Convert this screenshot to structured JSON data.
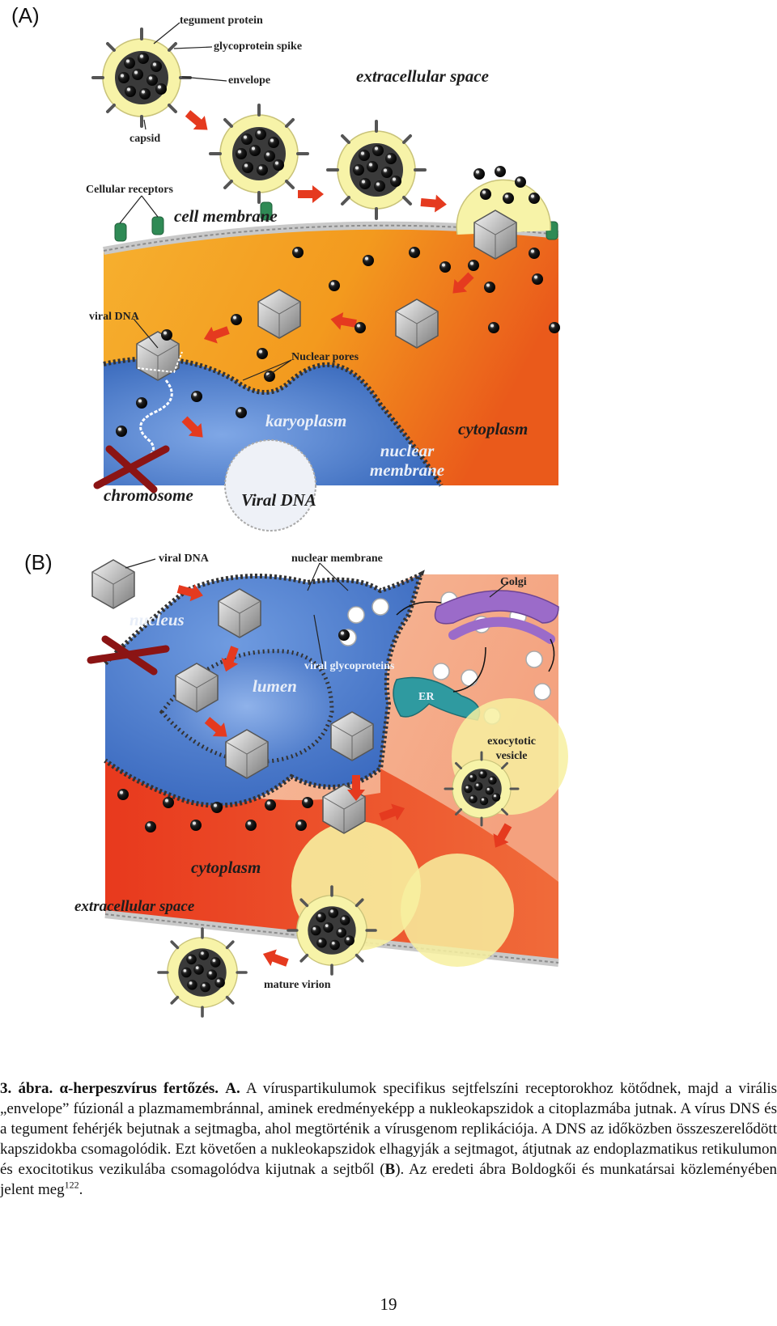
{
  "figure_a": {
    "panel_letter": "(A)",
    "labels": {
      "tegument_protein": "tegument protein",
      "glycoprotein_spike": "glycoprotein spike",
      "envelope": "envelope",
      "capsid": "capsid",
      "extracellular_space": "extracellular space",
      "cellular_receptors": "Cellular receptors",
      "cell_membrane": "cell membrane",
      "viral_dna": "viral DNA",
      "nuclear_pores": "Nuclear pores",
      "karyoplasm": "karyoplasm",
      "cytoplasm": "cytoplasm",
      "nuclear_membrane": "nuclear membrane",
      "chromosome": "chromosome",
      "viral_dna_circle": "Viral DNA"
    }
  },
  "figure_b": {
    "panel_letter": "(B)",
    "labels": {
      "viral_dna": "viral DNA",
      "nuclear_membrane": "nuclear membrane",
      "golgi": "Golgi",
      "nucleus": "nucleus",
      "viral_glycoproteins": "viral glycoproteins",
      "lumen": "lumen",
      "er": "ER",
      "exocytotic_vesicle": "exocytotic vesicle",
      "cytoplasm": "cytoplasm",
      "extracellular_space": "extracellular space",
      "mature_virion": "mature virion"
    }
  },
  "caption": {
    "figure_number": "3. ábra.",
    "title": "α-herpeszvírus fertőzés.",
    "panel_a_ref": "A.",
    "text_1": "A víruspartikulumok specifikus sejtfelszíni receptorokhoz kötődnek, majd a virális „envelope” fúzionál a plazmamembránnal, aminek eredményeképp a nukleokapszidok a citoplazmába jutnak. A vírus DNS és a tegument fehérjék bejutnak a sejtmagba, ahol megtörténik a vírusgenom replikációja. A DNS az időközben összeszerelődött kapszidokba csomagolódik. Ezt követően a nukleokapszidok elhagyják a sejtmagot, átjutnak az endoplazmatikus retikulumon és exocitotikus vezikulába csomagolódva kijutnak a sejtből (",
    "panel_b_ref": "B",
    "text_2": "). Az eredeti ábra Boldogkői és munkatársai közleményében jelent meg",
    "reference_number": "122",
    "text_end": "."
  },
  "page_number": "19",
  "colors": {
    "cytoplasm_orange": "#f5a623",
    "cytoplasm_red": "#e8391d",
    "karyoplasm_blue": "#3f73c8",
    "envelope_yellow": "#f7f3a8",
    "arrow_red": "#e53a1f",
    "receptor_green": "#2f8a55",
    "golgi_purple": "#9b6bc9",
    "er_teal": "#2f9aa0"
  }
}
